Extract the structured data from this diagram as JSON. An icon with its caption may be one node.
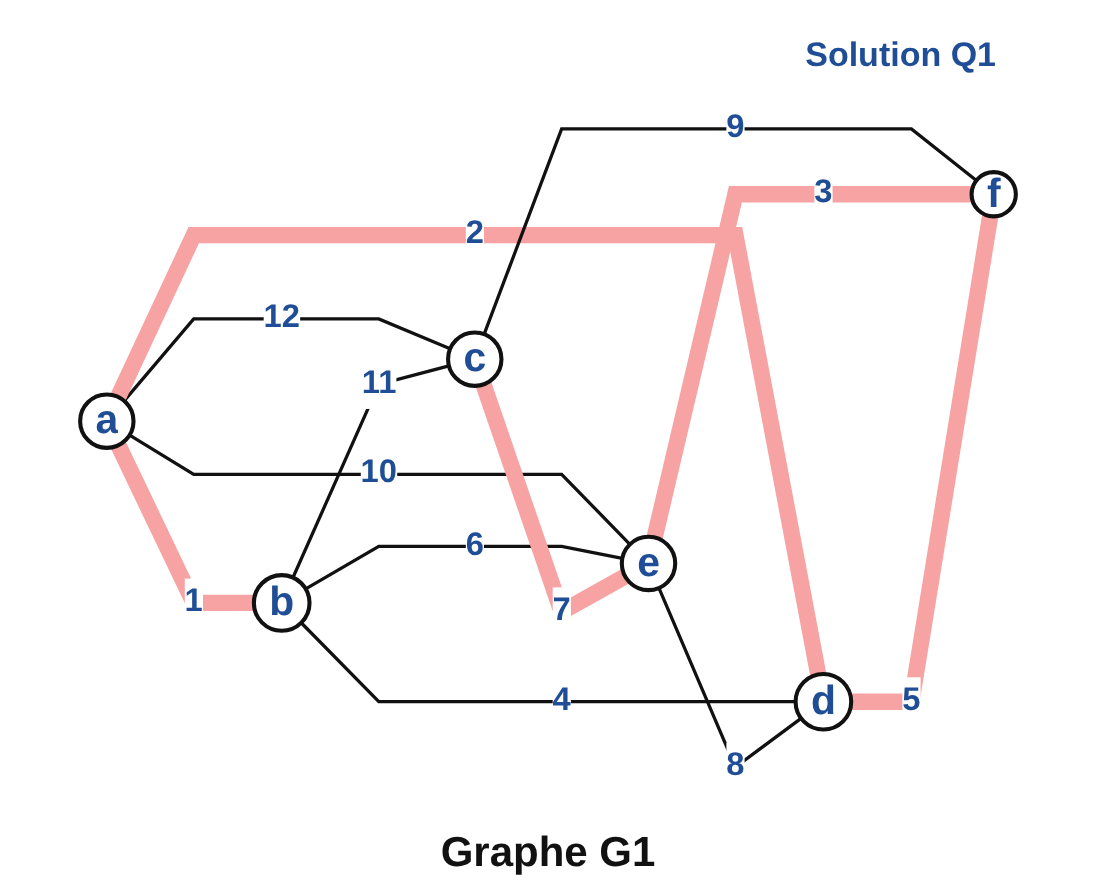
{
  "diagram": {
    "title": "Solution Q1",
    "caption": "Graphe G1",
    "nodes": [
      {
        "text": [
          "a"
        ]
      },
      {
        "text": [
          "b"
        ]
      },
      {
        "text": [
          "c"
        ]
      },
      {
        "text": [
          "d"
        ]
      },
      {
        "text": [
          "e"
        ]
      },
      {
        "text": [
          "f"
        ]
      }
    ],
    "edges": [
      {
        "from": 0,
        "to": 1,
        "arrow": "none",
        "label": "1",
        "style": "thick",
        "color": "#f7a3a3"
      },
      {
        "from": 0,
        "to": 2,
        "arrow": "none",
        "label": "12"
      },
      {
        "from": 0,
        "to": 3,
        "arrow": "none",
        "label": "2",
        "style": "thick",
        "color": "#f7a3a3"
      },
      {
        "from": 0,
        "to": 4,
        "arrow": "none",
        "label": "10"
      },
      {
        "from": 1,
        "to": 2,
        "arrow": "none",
        "label": "11"
      },
      {
        "from": 1,
        "to": 3,
        "arrow": "none",
        "label": "4"
      },
      {
        "from": 1,
        "to": 4,
        "arrow": "none",
        "label": "6"
      },
      {
        "from": 2,
        "to": 4,
        "arrow": "none",
        "label": "7",
        "style": "thick",
        "color": "#f7a3a3"
      },
      {
        "from": 2,
        "to": 5,
        "arrow": "none",
        "label": "9"
      },
      {
        "from": 4,
        "to": 5,
        "arrow": "none",
        "label": "3",
        "style": "thick",
        "color": "#f7a3a3"
      },
      {
        "from": 4,
        "to": 3,
        "arrow": "none",
        "label": "8"
      },
      {
        "from": 3,
        "to": 5,
        "arrow": "none",
        "label": "5",
        "style": "thick",
        "color": "#f7a3a3"
      }
    ]
  }
}
